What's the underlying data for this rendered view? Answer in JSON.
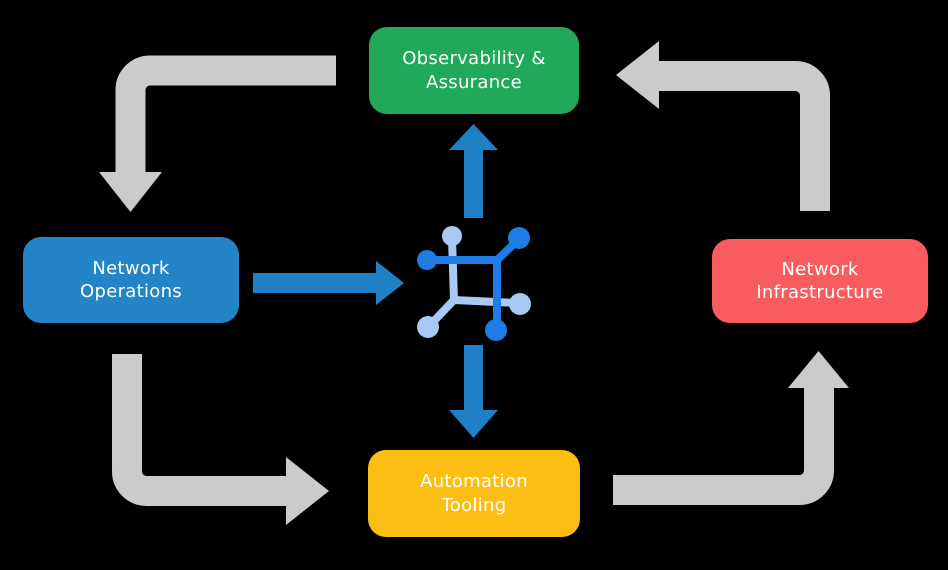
{
  "diagram": {
    "background_color": "#000000",
    "nodes": [
      {
        "id": "observability-assurance",
        "label": "Observability & Assurance",
        "color": "#21A85B",
        "text_color": "#FFFFFF"
      },
      {
        "id": "network-operations",
        "label": "Network Operations",
        "color": "#2385C8",
        "text_color": "#FFFFFF"
      },
      {
        "id": "network-infrastructure",
        "label": "Network Infrastructure",
        "color": "#F85C5E",
        "text_color": "#FFFFFF"
      },
      {
        "id": "automation-tooling",
        "label": "Automation Tooling",
        "color": "#FDBE13",
        "text_color": "#FFFFFF"
      }
    ],
    "center_icon": {
      "name": "network-mesh-icon",
      "color_dark": "#1E7CE6",
      "color_light": "#A7C9F3"
    },
    "cycle_arrows": {
      "color": "#CBCBCB",
      "items": [
        {
          "id": "observability-to-operations",
          "from": "Observability & Assurance",
          "to": "Network Operations"
        },
        {
          "id": "operations-to-automation",
          "from": "Network Operations",
          "to": "Automation Tooling"
        },
        {
          "id": "automation-to-infrastructure",
          "from": "Automation Tooling",
          "to": "Network Infrastructure"
        },
        {
          "id": "infrastructure-to-observability",
          "from": "Network Infrastructure",
          "to": "Observability & Assurance"
        }
      ]
    },
    "flow_arrows": {
      "color": "#1F80C5",
      "items": [
        {
          "id": "operations-to-center",
          "from": "Network Operations",
          "to": "center-icon"
        },
        {
          "id": "center-to-observability",
          "from": "center-icon",
          "to": "Observability & Assurance"
        },
        {
          "id": "center-to-automation",
          "from": "center-icon",
          "to": "Automation Tooling"
        }
      ]
    }
  }
}
